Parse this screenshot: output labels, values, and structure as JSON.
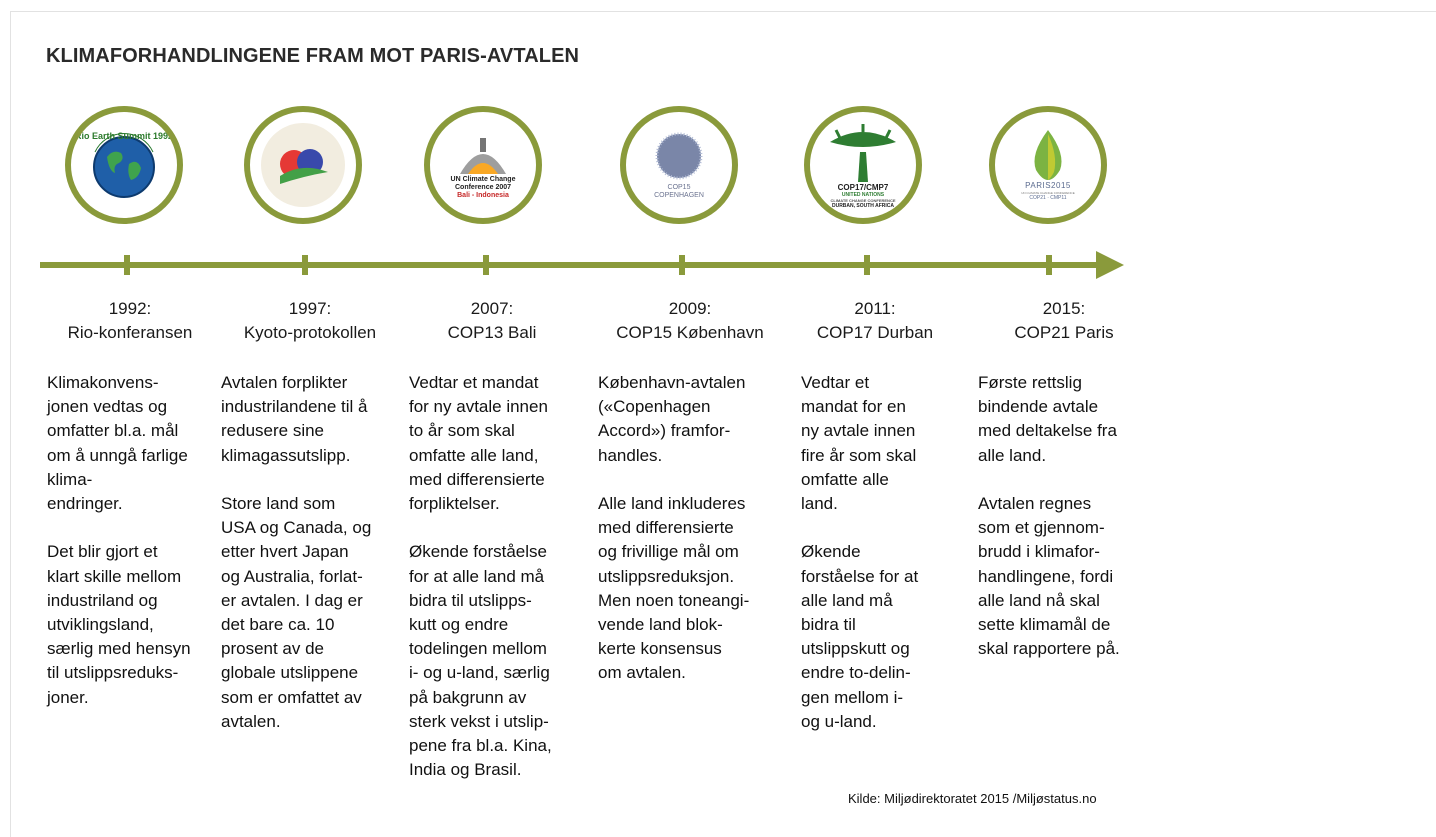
{
  "title": "KLIMAFORHANDLINGENE FRAM MOT PARIS-AVTALEN",
  "accent_color": "#8a9a3b",
  "events": [
    {
      "year": "1992:",
      "name": "Rio-konferansen",
      "logo_icon": "rio-earth-summit-logo",
      "logo_text": [
        "Rio Earth Summit 1992"
      ],
      "paragraphs": [
        "Klimakonvens-\njonen vedtas og\nomfatter bl.a. mål\nom å unngå farlige\nklima-\nendringer.",
        "Det blir gjort et\nklart skille mellom\nindustriland og\nutviklingsland,\nsærlig med hensyn\ntil utslippsreduks-\njoner."
      ]
    },
    {
      "year": "1997:",
      "name": "Kyoto-protokollen",
      "logo_icon": "kyoto-protocol-logo",
      "logo_text": [],
      "paragraphs": [
        "Avtalen forplikter\nindustrilandene til å\nredusere sine\nklimagassutslipp.",
        "Store land som\nUSA og Canada, og\netter hvert Japan\nog Australia, forlat-\ner avtalen. I dag er\ndet bare ca. 10\nprosent av de\nglobale utslippene\nsom er omfattet av\navtalen."
      ]
    },
    {
      "year": "2007:",
      "name": "COP13 Bali",
      "logo_icon": "bali-conference-logo",
      "logo_text": [
        "UN Climate Change",
        "Conference 2007",
        "Bali - Indonesia"
      ],
      "paragraphs": [
        "Vedtar et mandat\nfor ny avtale innen\nto år som skal\nomfatte alle land,\nmed differensierte\nforpliktelser.",
        "Økende forståelse\nfor at alle land må\nbidra til utslipps-\nkutt og endre\ntodelingen mellom\ni- og u-land, særlig\npå bakgrunn av\nsterk vekst i utslip-\npene fra bl.a. Kina,\nIndia og Brasil."
      ]
    },
    {
      "year": "2009:",
      "name": "COP15 København",
      "logo_icon": "copenhagen-logo",
      "logo_text": [
        "COP15",
        "COPENHAGEN"
      ],
      "paragraphs": [
        "København-avtalen\n(«Copenhagen\nAccord») framfor-\nhandles.",
        "Alle land inkluderes\nmed differensierte\nog frivillige mål om\nutslippsreduksjon.\nMen noen toneangi-\nvende land blok-\nkerte konsensus\nom avtalen."
      ]
    },
    {
      "year": "2011:",
      "name": "COP17 Durban",
      "logo_icon": "durban-baobab-logo",
      "logo_text": [
        "COP17/CMP7",
        "UNITED NATIONS",
        "CLIMATE CHANGE CONFERENCE",
        "DURBAN, SOUTH AFRICA"
      ],
      "paragraphs": [
        "Vedtar et\nmandat for en\nny avtale innen\nfire år som skal\nomfatte alle\nland.",
        "Økende\nforståelse for at\nalle land må\nbidra til\nutslippskutt og\nendre to-delin-\ngen mellom i-\nog u-land."
      ]
    },
    {
      "year": "2015:",
      "name": "COP21 Paris",
      "logo_icon": "paris-leaf-logo",
      "logo_text": [
        "PARIS2015",
        "UN CLIMATE CHANGE CONFERENCE",
        "COP21 · CMP11"
      ],
      "paragraphs": [
        "Første rettslig\nbindende avtale\nmed deltakelse fra\nalle land.",
        "Avtalen regnes\nsom et gjennom-\nbrudd i klimafor-\nhandlingene, fordi\nalle land nå skal\nsette klimamål de\nskal rapportere på."
      ]
    }
  ],
  "source": "Kilde: Miljødirektoratet 2015 /Miljøstatus.no"
}
